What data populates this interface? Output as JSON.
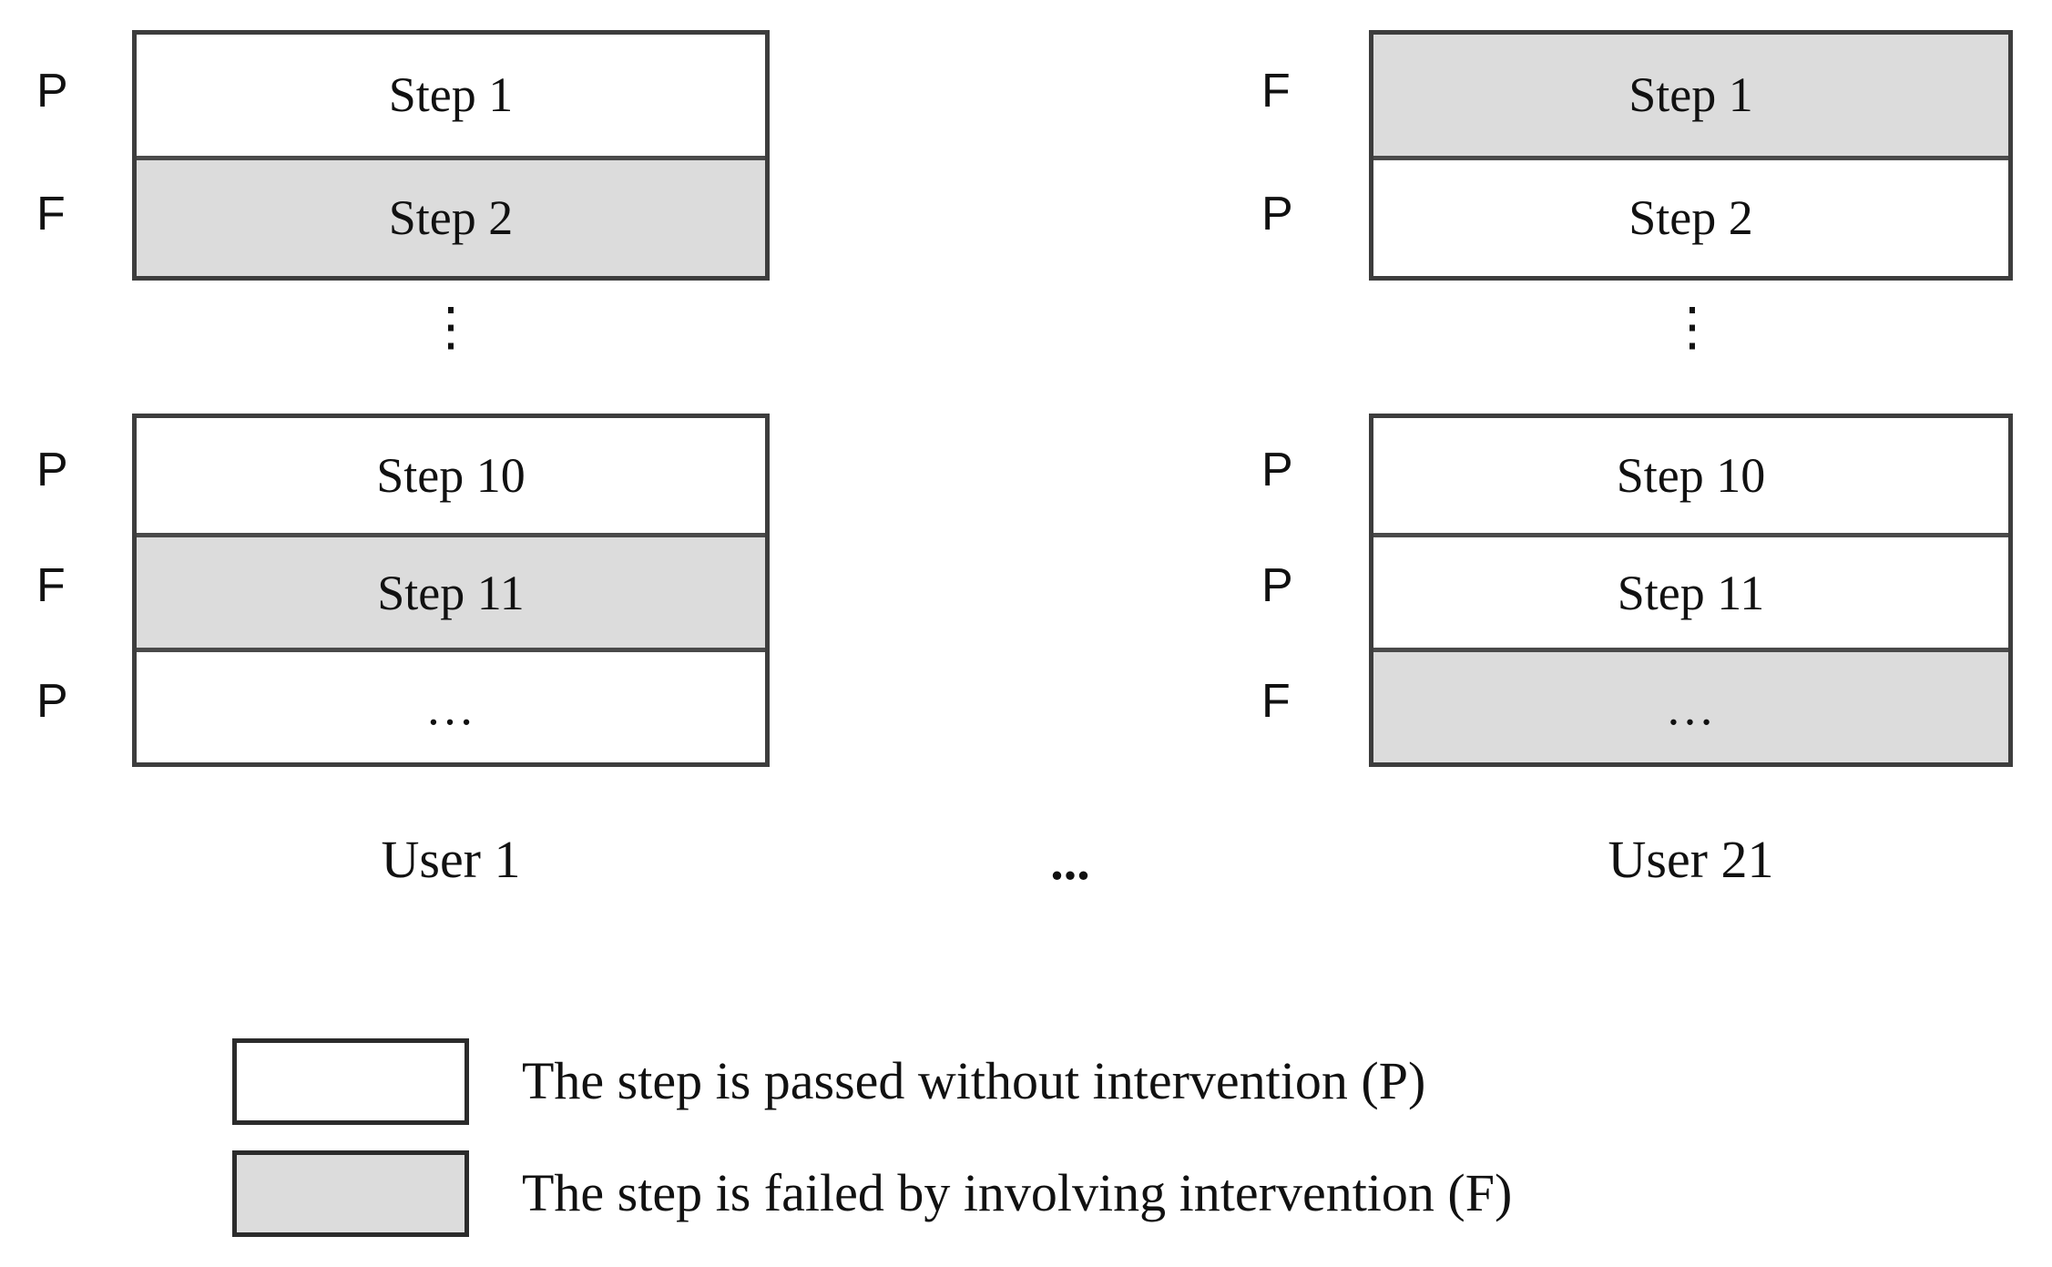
{
  "figure": {
    "type": "diagram",
    "description": "Per-user sequence of workflow steps, each marked passed (P, white) or failed with intervention (F, grey)",
    "between_users_ellipsis": "...",
    "vertical_ellipsis": "⋮"
  },
  "users": [
    {
      "caption": "User 1",
      "blocks": [
        {
          "rows": [
            {
              "status": "P",
              "label": "Step 1",
              "filled": false
            },
            {
              "status": "F",
              "label": "Step 2",
              "filled": true
            }
          ]
        },
        {
          "rows": [
            {
              "status": "P",
              "label": "Step 10",
              "filled": false
            },
            {
              "status": "F",
              "label": "Step 11",
              "filled": true
            },
            {
              "status": "P",
              "label": "…",
              "filled": false
            }
          ]
        }
      ]
    },
    {
      "caption": "User 21",
      "blocks": [
        {
          "rows": [
            {
              "status": "F",
              "label": "Step 1",
              "filled": true
            },
            {
              "status": "P",
              "label": "Step 2",
              "filled": false
            }
          ]
        },
        {
          "rows": [
            {
              "status": "P",
              "label": "Step 10",
              "filled": false
            },
            {
              "status": "P",
              "label": "Step 11",
              "filled": false
            },
            {
              "status": "F",
              "label": "…",
              "filled": true
            }
          ]
        }
      ]
    }
  ],
  "legend": {
    "items": [
      {
        "filled": false,
        "text": "The step is passed without intervention (P)"
      },
      {
        "filled": true,
        "text": "The step is failed by involving intervention (F)"
      }
    ]
  },
  "colors": {
    "passed_fill": "#ffffff",
    "failed_fill": "#dcdcdc",
    "border": "#3d3d3d",
    "text": "#111111",
    "background": "#ffffff"
  }
}
